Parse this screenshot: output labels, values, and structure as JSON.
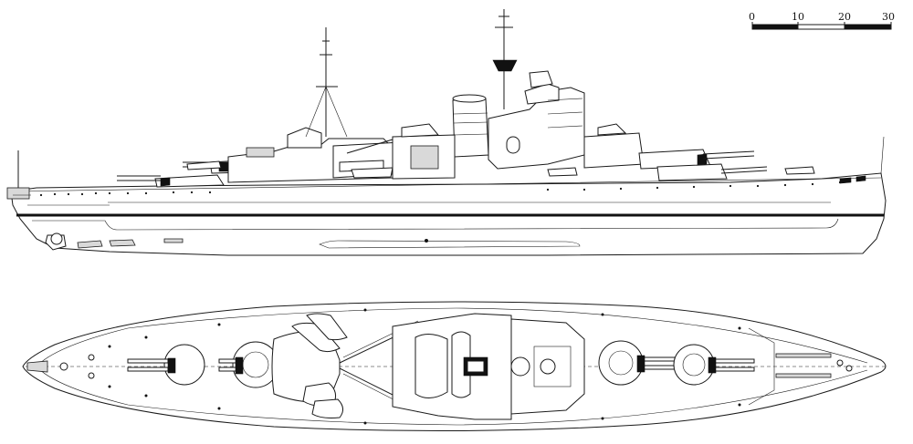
{
  "scale_bar": {
    "ticks": [
      "0",
      "10",
      "20",
      "30"
    ]
  }
}
